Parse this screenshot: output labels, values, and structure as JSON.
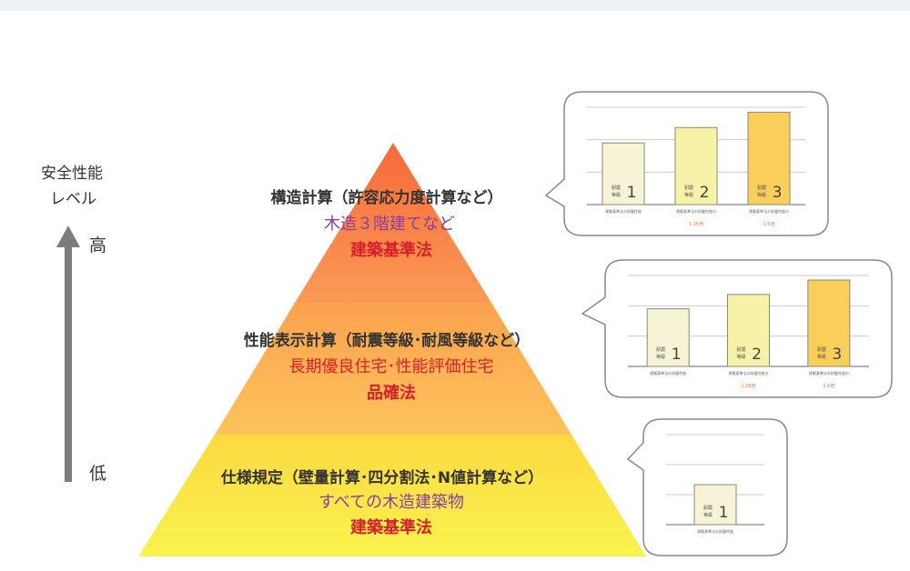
{
  "side": {
    "title_line1": "安全性能",
    "title_line2": "レベル",
    "high": "高",
    "low": "低"
  },
  "levels": [
    {
      "method": "構造計算（許容応力度計算など）",
      "scope": "木造３階建てなど",
      "law": "建築基準法"
    },
    {
      "method": "性能表示計算（耐震等級･耐風等級など）",
      "scope": "長期優良住宅･性能評価住宅",
      "law": "品確法"
    },
    {
      "method": "仕様規定（壁量計算･四分割法･N値計算など）",
      "scope": "すべての木造建築物",
      "law": "建築基準法"
    }
  ],
  "grades": [
    {
      "label": "耐震等級",
      "num": "1",
      "note": "建築基準法の耐震性能",
      "ratio": "",
      "value": 1.0,
      "color": "#f6f3d6"
    },
    {
      "label": "耐震等級",
      "num": "2",
      "note": "建築基準法の耐震性能の",
      "ratio": "1.25倍",
      "value": 1.25,
      "color": "#f6f3a8"
    },
    {
      "label": "耐震等級",
      "num": "3",
      "note": "建築基準法の耐震性能の",
      "ratio": "1.5倍",
      "value": 1.5,
      "color": "#f9cf5a"
    }
  ],
  "colors": {
    "top": "#f8824a",
    "middle": "#fbb555",
    "bottom": "#fbe84a",
    "arrow": "#7c7c7c"
  }
}
